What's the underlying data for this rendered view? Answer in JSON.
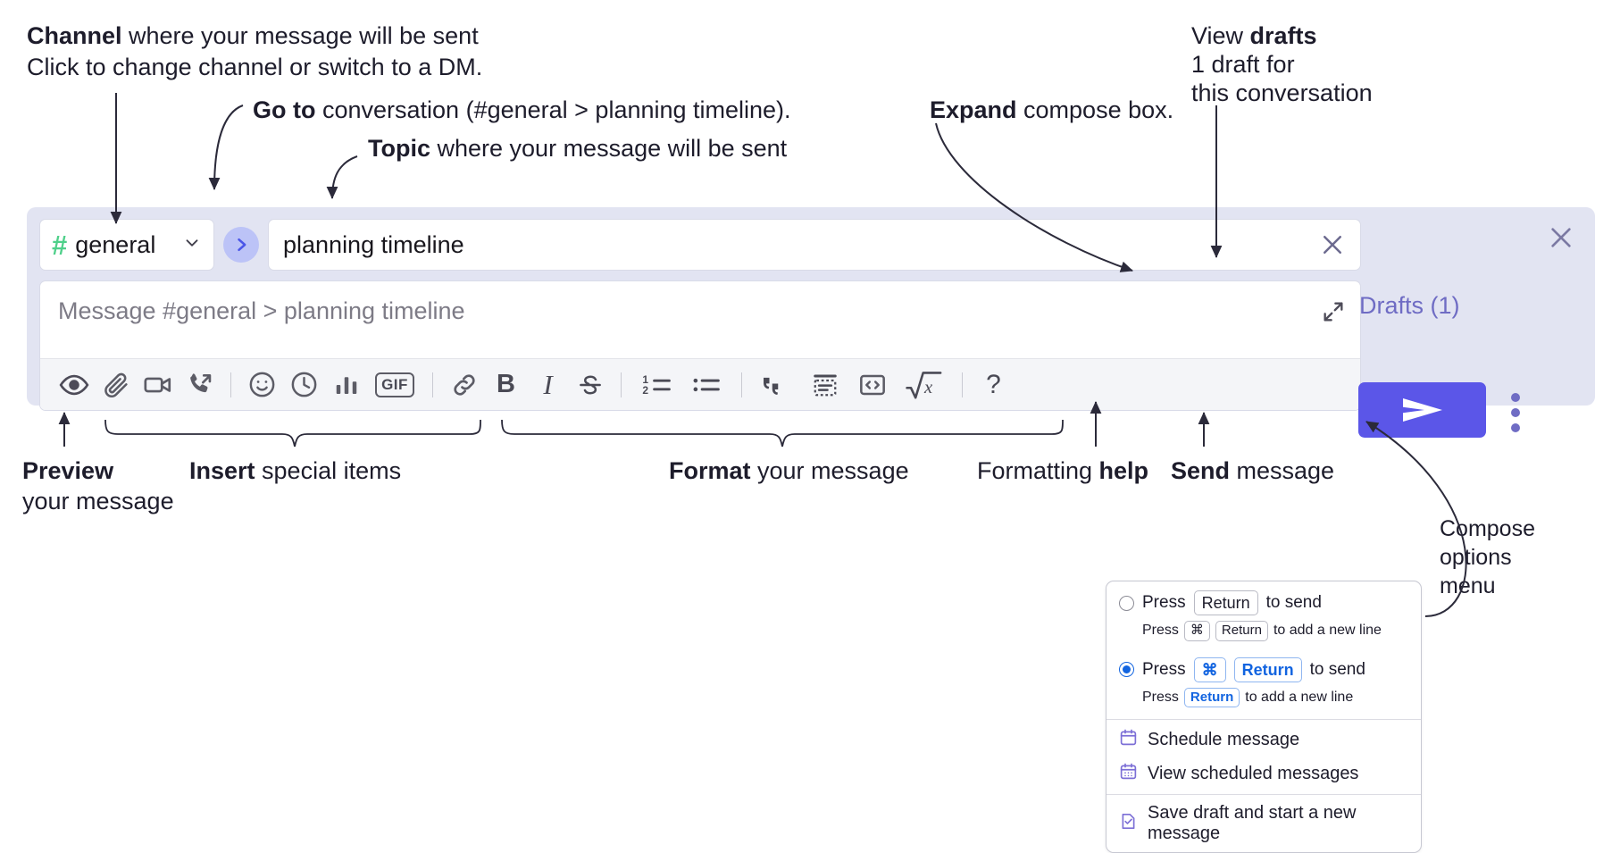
{
  "annotations": {
    "channel": {
      "bold": "Channel",
      "rest": " where your message will be sent",
      "sub": "Click to change channel or switch to a DM."
    },
    "goto": {
      "bold": "Go to",
      "rest": " conversation (#general > planning timeline)."
    },
    "topic": {
      "bold": "Topic",
      "rest": " where your message will be sent"
    },
    "expand": {
      "bold": "Expand",
      "rest": " compose box."
    },
    "drafts": {
      "bold_prefix": "View ",
      "bold": "drafts",
      "sub1": "1 draft for",
      "sub2": "this conversation"
    },
    "preview": {
      "bold": "Preview",
      "sub": "your message"
    },
    "insert": {
      "bold": "Insert",
      "rest": " special items"
    },
    "format": {
      "bold": "Format",
      "rest": " your message"
    },
    "help": {
      "plain": "Formatting ",
      "bold": "help"
    },
    "send": {
      "bold": "Send",
      "rest": " message"
    },
    "compose_options": {
      "l1": "Compose",
      "l2": "options",
      "l3": "menu"
    }
  },
  "compose": {
    "channel": {
      "hash": "#",
      "name": "general",
      "chevron": "chevron-down"
    },
    "goto_label": "go-to-conversation",
    "topic": {
      "value": "planning timeline",
      "clear_label": "Clear topic"
    },
    "message": {
      "placeholder": "Message #general > planning timeline"
    },
    "expand_label": "Expand compose box",
    "close_label": "Close",
    "drafts_label": "Drafts (1)",
    "send_label": "Send",
    "kebab_label": "More compose options",
    "toolbar": [
      {
        "name": "preview-icon",
        "type": "icon",
        "id": "eye"
      },
      {
        "name": "attach-icon",
        "type": "icon",
        "id": "paperclip"
      },
      {
        "name": "video-icon",
        "type": "icon",
        "id": "video"
      },
      {
        "name": "call-icon",
        "type": "icon",
        "id": "phone"
      },
      {
        "name": "divider",
        "type": "sep"
      },
      {
        "name": "emoji-icon",
        "type": "icon",
        "id": "smiley"
      },
      {
        "name": "reminder-icon",
        "type": "icon",
        "id": "clock"
      },
      {
        "name": "poll-icon",
        "type": "icon",
        "id": "bars"
      },
      {
        "name": "gif-icon",
        "type": "gif",
        "label": "GIF"
      },
      {
        "name": "divider",
        "type": "sep"
      },
      {
        "name": "link-icon",
        "type": "icon",
        "id": "link"
      },
      {
        "name": "bold-button",
        "type": "text",
        "label": "B"
      },
      {
        "name": "italic-button",
        "type": "italic",
        "label": "I"
      },
      {
        "name": "strikethrough-button",
        "type": "icon",
        "id": "strike"
      },
      {
        "name": "divider",
        "type": "sep"
      },
      {
        "name": "ordered-list-icon",
        "type": "icon",
        "id": "ol"
      },
      {
        "name": "bulleted-list-icon",
        "type": "icon",
        "id": "ul"
      },
      {
        "name": "divider",
        "type": "sep"
      },
      {
        "name": "blockquote-icon",
        "type": "icon",
        "id": "quote"
      },
      {
        "name": "code-block-icon",
        "type": "icon",
        "id": "codeblock"
      },
      {
        "name": "inline-code-icon",
        "type": "icon",
        "id": "code"
      },
      {
        "name": "math-icon",
        "type": "icon",
        "id": "sqrtx"
      },
      {
        "name": "divider",
        "type": "sep"
      },
      {
        "name": "help-icon",
        "type": "question",
        "label": "?"
      }
    ]
  },
  "options_menu": {
    "option1": {
      "selected": false,
      "pre": "Press",
      "key": "Return",
      "post": "to send",
      "sub_pre": "Press",
      "sub_key1": "⌘",
      "sub_key2": "Return",
      "sub_post": "to add a new line"
    },
    "option2": {
      "selected": true,
      "pre": "Press",
      "key1": "⌘",
      "key2": "Return",
      "post": "to send",
      "sub_pre": "Press",
      "sub_key": "Return",
      "sub_post": "to add a new line"
    },
    "items": [
      {
        "icon": "calendar-icon",
        "label": "Schedule message"
      },
      {
        "icon": "calendar-grid-icon",
        "label": "View scheduled messages"
      },
      {
        "icon": "save-draft-icon",
        "label": "Save draft and start a new message"
      }
    ]
  },
  "colors": {
    "card_bg": "#e2e4f2",
    "accent_send": "#5b56e8",
    "accent_purple": "#6f6cc4",
    "hash_green": "#4fd08a",
    "link_blue": "#1264e0"
  }
}
